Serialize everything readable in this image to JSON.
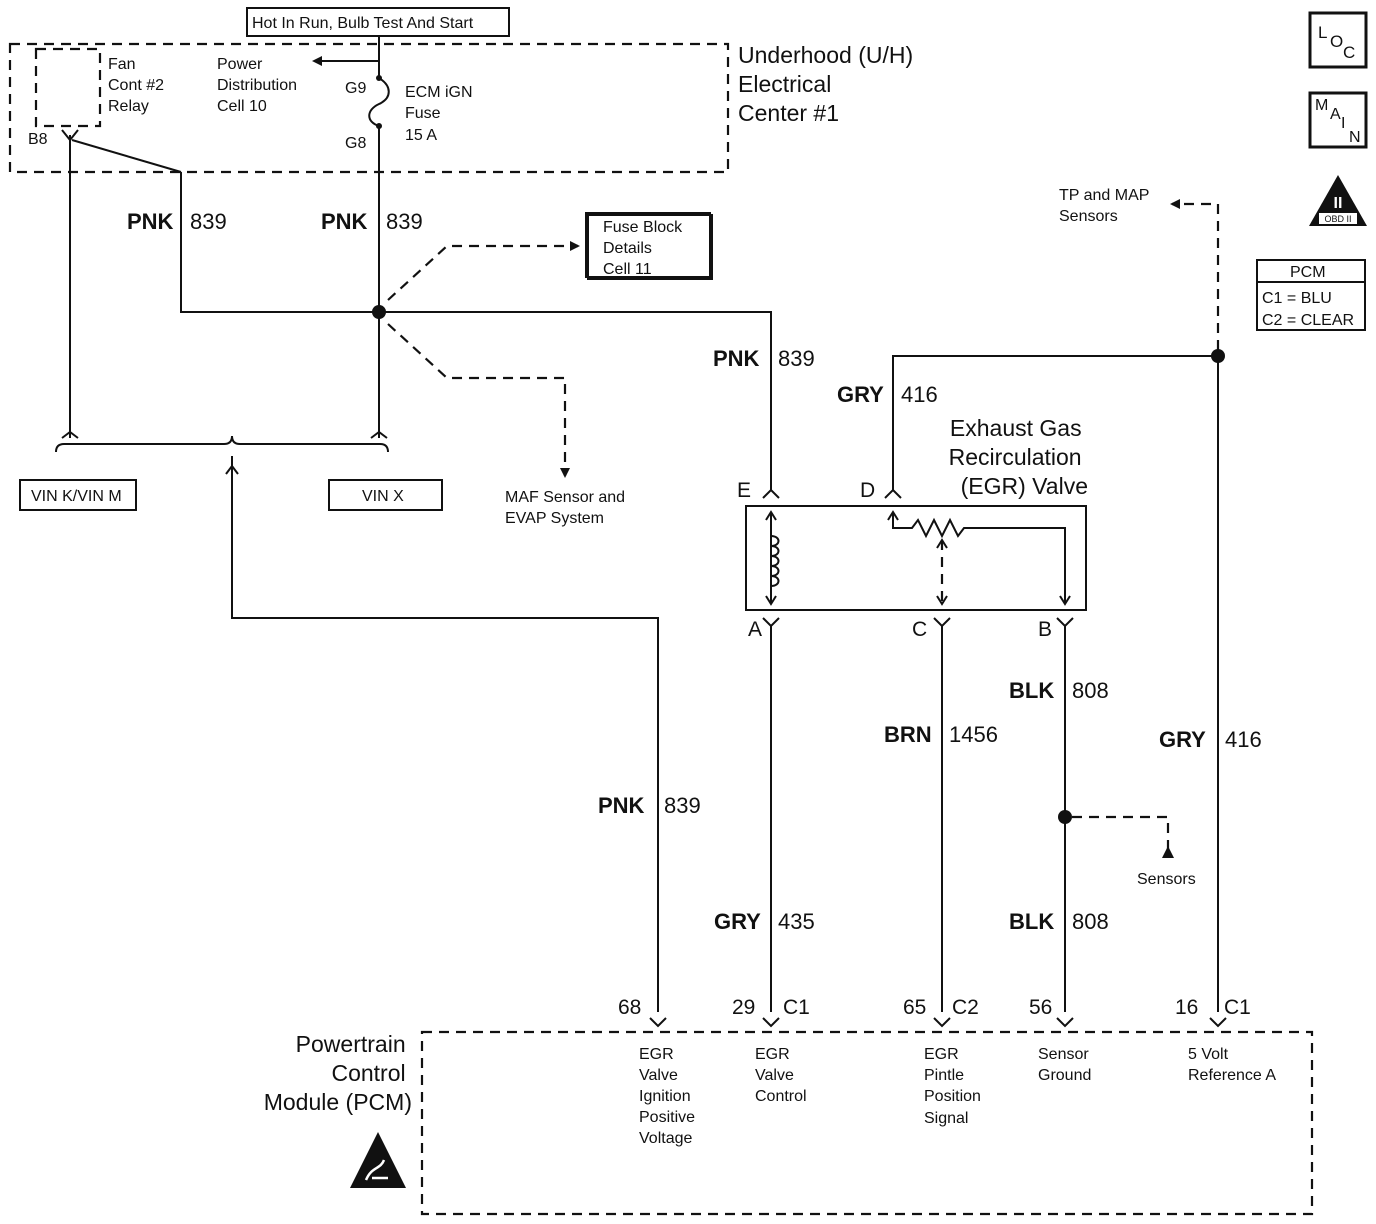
{
  "header": {
    "power_label": "Hot In Run, Bulb Test And Start"
  },
  "uh_center": {
    "title_lines": [
      "Underhood (U/H)",
      "Electrical",
      "Center #1"
    ],
    "relay_lines": [
      "Fan",
      "Cont #2",
      "Relay"
    ],
    "pdist_lines": [
      "Power",
      "Distribution",
      "Cell 10"
    ],
    "fuse_lines": [
      "ECM iGN",
      "Fuse",
      "15 A"
    ],
    "terminal_g9": "G9",
    "terminal_g8": "G8",
    "terminal_b8": "B8"
  },
  "wires": {
    "left_pnk": {
      "color": "PNK",
      "circuit": "839"
    },
    "mid_pnk": {
      "color": "PNK",
      "circuit": "839"
    },
    "e_pnk": {
      "color": "PNK",
      "circuit": "839"
    },
    "pcm_pnk": {
      "color": "PNK",
      "circuit": "839"
    },
    "d_gry": {
      "color": "GRY",
      "circuit": "416"
    },
    "a_gry": {
      "color": "GRY",
      "circuit": "435"
    },
    "c_brn": {
      "color": "BRN",
      "circuit": "1456"
    },
    "b_blk_upper": {
      "color": "BLK",
      "circuit": "808"
    },
    "b_blk_lower": {
      "color": "BLK",
      "circuit": "808"
    },
    "ref_gry": {
      "color": "GRY",
      "circuit": "416"
    }
  },
  "refs": {
    "fuse_block_lines": [
      "Fuse Block",
      "Details",
      "Cell 11"
    ],
    "maf_lines": [
      "MAF Sensor and",
      "EVAP System"
    ],
    "tp_map_lines": [
      "TP and MAP",
      "Sensors"
    ],
    "sensors": "Sensors",
    "vin_k": "VIN K/VIN M",
    "vin_x": "VIN X"
  },
  "egr": {
    "title_lines": [
      "Exhaust Gas",
      "Recirculation",
      "(EGR) Valve"
    ],
    "pin_e": "E",
    "pin_d": "D",
    "pin_a": "A",
    "pin_c": "C",
    "pin_b": "B"
  },
  "pcm": {
    "title_lines": [
      "Powertrain",
      "Control",
      "Module (PCM)"
    ],
    "pins": {
      "p68": "68",
      "p29": "29",
      "c1a": "C1",
      "p65": "65",
      "c2": "C2",
      "p56": "56",
      "p16": "16",
      "c1b": "C1"
    },
    "functions": {
      "f68": [
        "EGR",
        "Valve",
        "Ignition",
        "Positive",
        "Voltage"
      ],
      "f29": [
        "EGR",
        "Valve",
        "Control"
      ],
      "f65": [
        "EGR",
        "Pintle",
        "Position",
        "Signal"
      ],
      "f56": [
        "Sensor",
        "Ground"
      ],
      "f16": [
        "5 Volt",
        "Reference A"
      ]
    }
  },
  "legend": {
    "loc": [
      "L",
      "O",
      "C"
    ],
    "main": [
      "M",
      "A",
      "I",
      "N"
    ],
    "obd_top": "II",
    "obd_bottom": "OBD II",
    "pcm_title": "PCM",
    "pcm_c1": "C1 = BLU",
    "pcm_c2": "C2 = CLEAR"
  }
}
